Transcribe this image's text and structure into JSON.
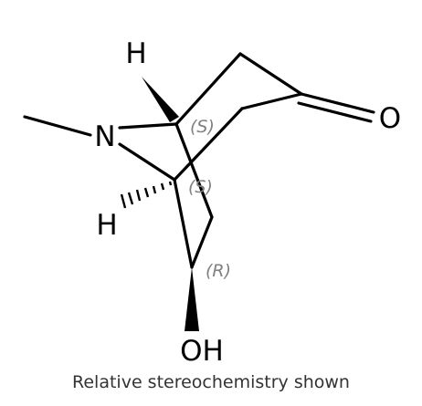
{
  "structure": {
    "atoms": {
      "H_top": "H",
      "N": "N",
      "O_ketone": "O",
      "H_bottom": "H",
      "OH": "OH"
    },
    "stereo": {
      "top_bridgehead": "(S)",
      "bottom_bridgehead": "(S)",
      "carbinol": "(R)"
    },
    "caption": "Relative stereochemistry shown"
  }
}
